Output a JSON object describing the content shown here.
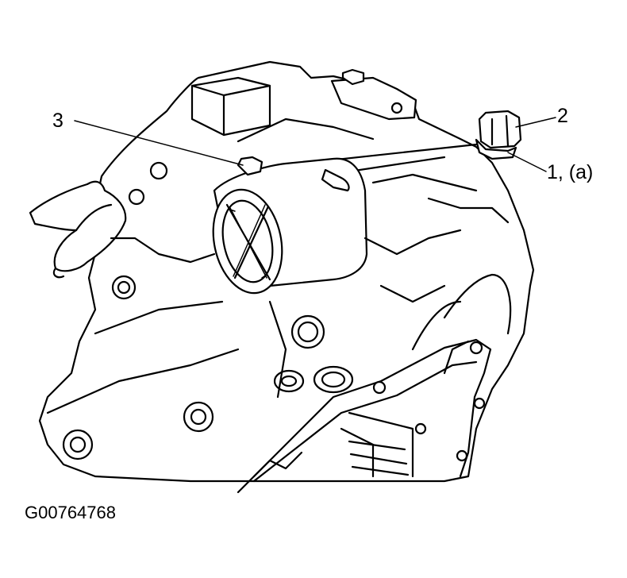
{
  "callouts": {
    "label_3": "3",
    "label_2": "2",
    "label_1": "1, (a)"
  },
  "figure_id": "G00764768"
}
